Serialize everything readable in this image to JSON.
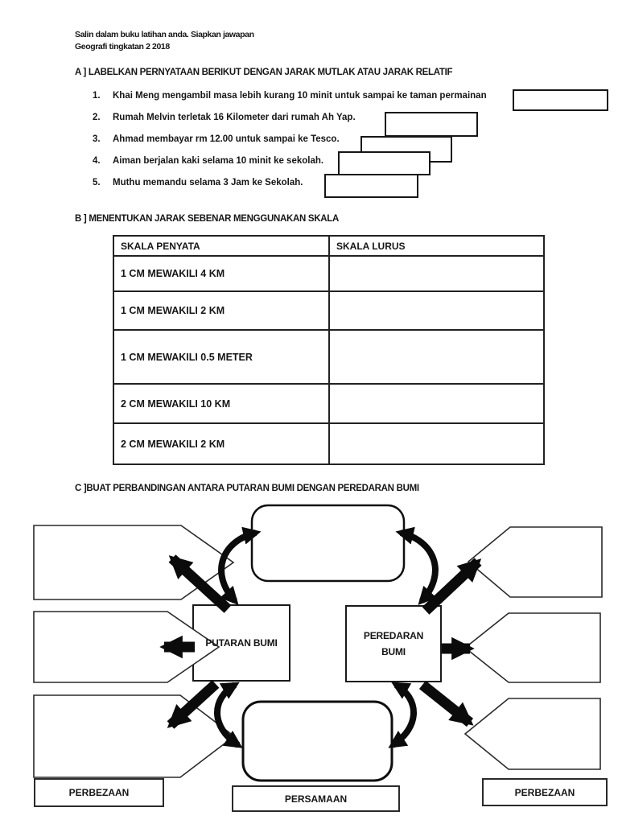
{
  "page": {
    "header_line1": "Salin dalam buku latihan anda. Siapkan jawapan",
    "header_line2": "Geografi tingkatan 2 2018"
  },
  "section_a": {
    "heading": "A ] LABELKAN PERNYATAAN BERIKUT DENGAN JARAK MUTLAK ATAU JARAK RELATIF",
    "items": [
      {
        "num": "1.",
        "text": "Khai Meng mengambil masa lebih kurang 10 minit untuk sampai ke taman permainan"
      },
      {
        "num": "2.",
        "text": "Rumah Melvin terletak 16 Kilometer dari rumah Ah Yap."
      },
      {
        "num": "3.",
        "text": "Ahmad membayar rm 12.00 untuk sampai ke Tesco."
      },
      {
        "num": "4.",
        "text": "Aiman berjalan kaki selama 10 minit ke sekolah."
      },
      {
        "num": "5.",
        "text": "Muthu memandu selama 3 Jam ke Sekolah."
      }
    ]
  },
  "section_b": {
    "heading": "B ] MENENTUKAN JARAK SEBENAR MENGGUNAKAN SKALA",
    "table": {
      "headers": [
        "SKALA PENYATA",
        "SKALA LURUS"
      ],
      "rows": [
        "1 CM MEWAKILI 4 KM",
        "1 CM MEWAKILI 2 KM",
        "1 CM MEWAKILI 0.5 METER",
        "2 CM MEWAKILI 10 KM",
        "2 CM MEWAKILI 2 KM"
      ]
    }
  },
  "section_c": {
    "heading": "C ]BUAT PERBANDINGAN ANTARA PUTARAN BUMI DENGAN PEREDARAN BUMI",
    "diagram": {
      "left_node": "PUTARAN BUMI",
      "right_node_line1": "PEREDARAN",
      "right_node_line2": "BUMI",
      "bottom_left_label": "PERBEZAAN",
      "bottom_center_label": "PERSAMAAN",
      "bottom_right_label": "PERBEZAAN"
    }
  },
  "colors": {
    "ink": "#161616"
  }
}
